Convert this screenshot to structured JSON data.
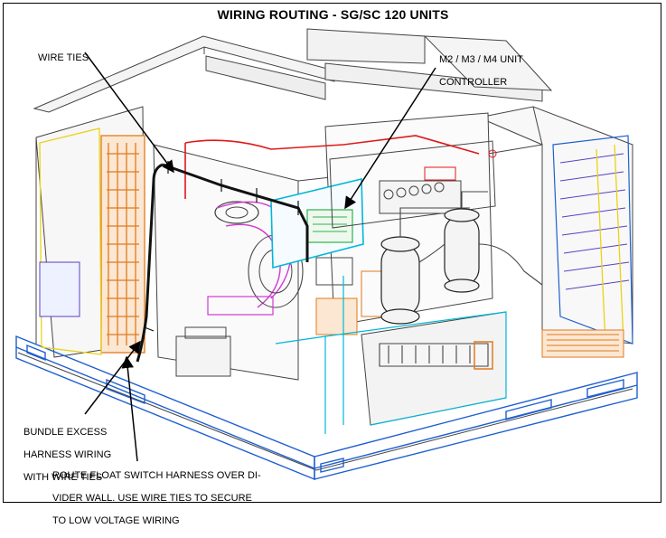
{
  "title": "WIRING ROUTING - SG/SC 120 UNITS",
  "labels": {
    "wire_ties": "WIRE TIES",
    "controller_line1": "M2 / M3 / M4 UNIT",
    "controller_line2": "CONTROLLER",
    "bundle_line1": "BUNDLE EXCESS",
    "bundle_line2": "HARNESS WIRING",
    "bundle_line3": "WITH WIRE TIES",
    "float_line1": "ROUTE FLOAT SWITCH HARNESS OVER DI-",
    "float_line2": "VIDER WALL. USE WIRE TIES TO SECURE",
    "float_line3": "TO LOW VOLTAGE WIRING"
  },
  "colors": {
    "frame": "#000000",
    "base_blue": "#1f5fd0",
    "panel_cyan": "#00b7d8",
    "coil_orange": "#e07a1e",
    "wire_red": "#e01818",
    "harness": "#111111",
    "magenta": "#d03ad0",
    "yellow": "#e9d21a",
    "green": "#2fb34a",
    "purple": "#5a3fc0"
  }
}
